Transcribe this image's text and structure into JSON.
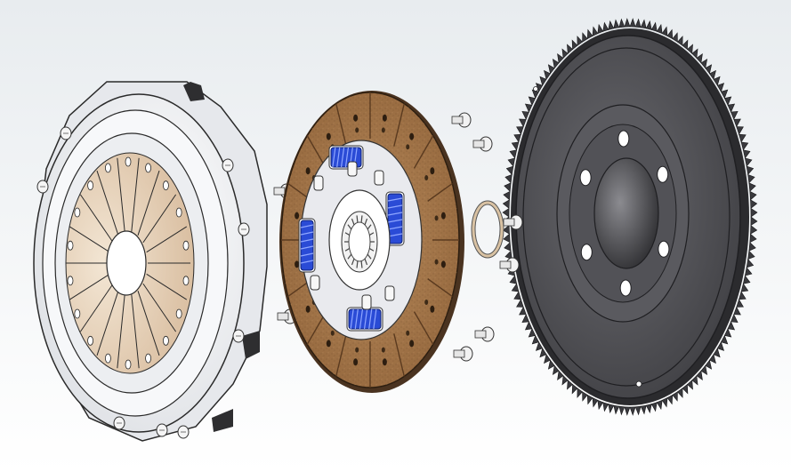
{
  "scene": {
    "components": [
      {
        "id": "pressure-plate",
        "kind": "clutch pressure plate cover with diaphragm spring"
      },
      {
        "id": "clutch-disc",
        "kind": "friction clutch disc with torsion springs and splined hub"
      },
      {
        "id": "release-ring",
        "kind": "small ring / washer"
      },
      {
        "id": "flywheel",
        "kind": "flywheel with starter ring gear"
      },
      {
        "id": "bolts",
        "kind": "mounting bolts and dowel pins"
      }
    ],
    "colors": {
      "background_top": "#e8ecef",
      "background_bottom": "#ffffff",
      "cover_white": "#f4f5f7",
      "cover_shadow": "#c9ccd2",
      "diaphragm_tan": "#e9d6bf",
      "friction_cork": "#a87a4c",
      "friction_dark": "#6e4a2a",
      "disc_plate": "#e9eaee",
      "spring_blue": "#2a4bd6",
      "flywheel_dark": "#4d4d51",
      "flywheel_edge": "#1f1f22",
      "bolt_white": "#f2f2f2"
    }
  }
}
